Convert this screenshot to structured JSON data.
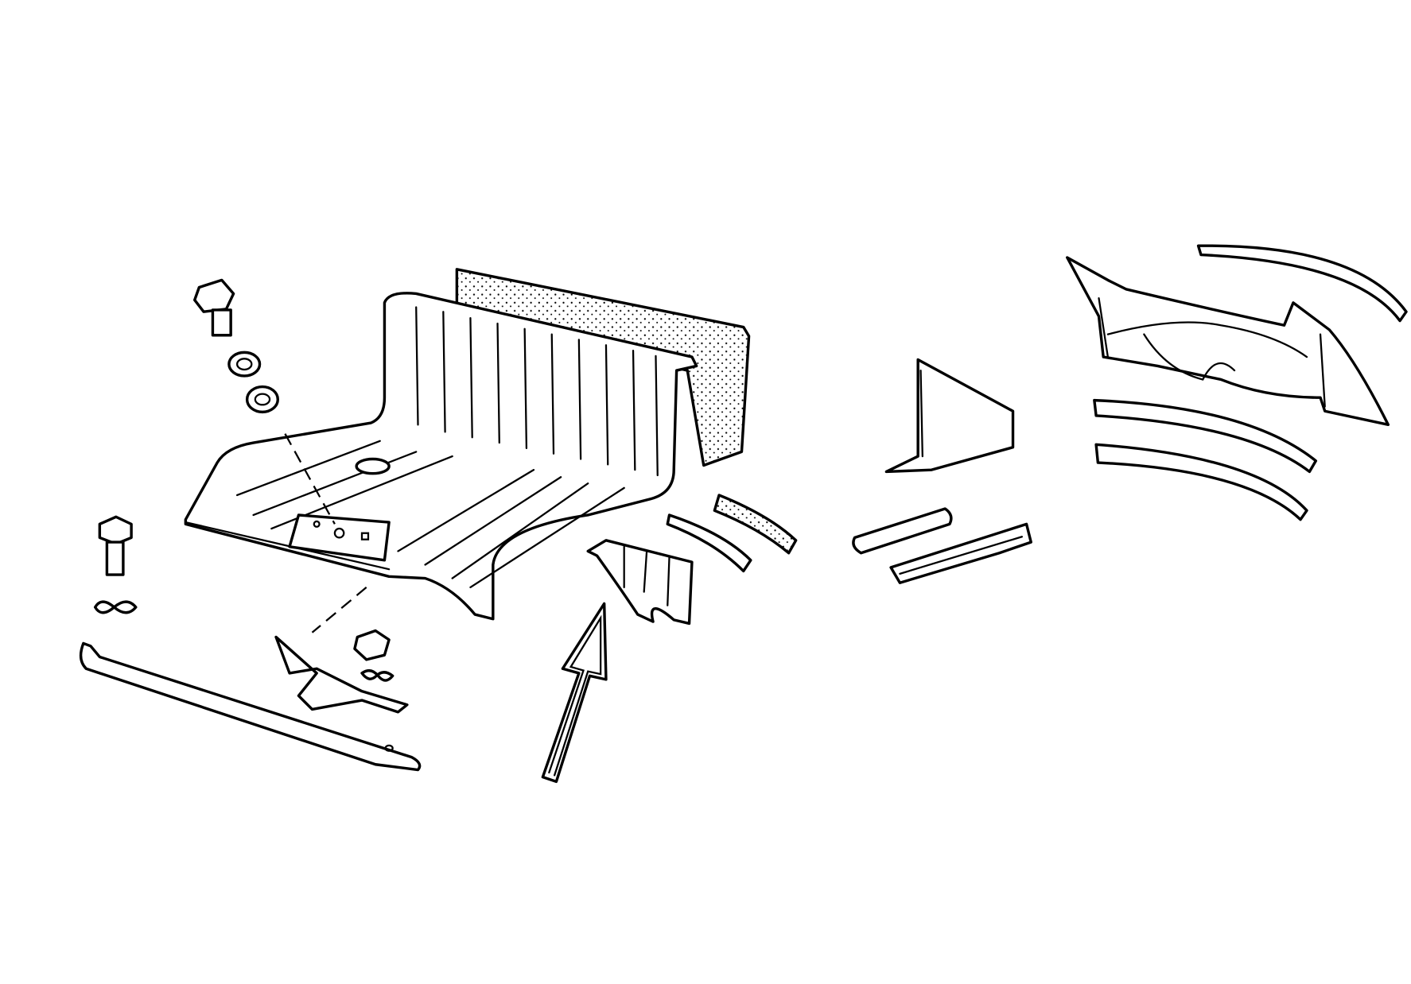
{
  "colors": {
    "line": "#000000",
    "background": "#ffffff"
  },
  "diagram": {
    "type": "exploded-parts-line-drawing",
    "parts": [
      "bed-floor",
      "bed-front-panel-insulation",
      "bolt",
      "washer",
      "nut",
      "clip",
      "cross-sill-strip",
      "mount-bracket",
      "corner-brace",
      "wheelhouse-seal-strip",
      "gusset-panel",
      "tube-spacer",
      "cross-bracket",
      "wheelhouse-panel",
      "wheelhouse-arc-strip"
    ],
    "highlight_arrow_target": "corner-brace"
  }
}
